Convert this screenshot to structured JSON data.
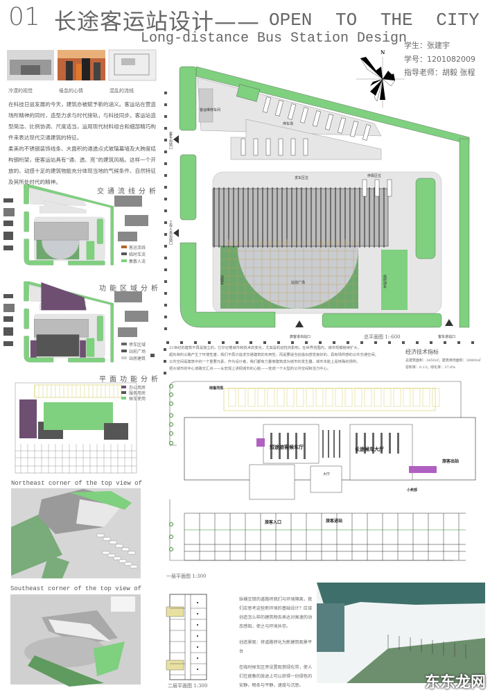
{
  "header": {
    "number": "01",
    "title_cn": "长途客运站设计——",
    "title_en": "OPEN TO THE CITY",
    "subtitle": "Long-distance Bus Station Design"
  },
  "info": {
    "student": "学生：张建宇",
    "student_id": "学号：1201082009",
    "advisors": "指导老师：胡毅 张程",
    "compass_north": "N"
  },
  "photos": [
    {
      "caption": "冷漠的视觉"
    },
    {
      "caption": "倦怠的心情"
    },
    {
      "caption": "混乱的流线"
    }
  ],
  "intro": [
    "在科技日益发展的今天，建筑亦被赋予新的涵义。客运站在营造场所精神的同时，造型力求与时代接轨，与科技同步。客运站造型简洁、比例协调、尺度适当，运用现代材料组合和细部精巧构件来表达现代交通建筑的特征。",
    "柔美的不锈钢装饰线条、大面积的通透点式玻璃幕墙及大跨度结构钢桁架，使客运站具有“通、透、亮”的建筑风格。这样一个开放的、动感十足的建筑物能充分体现当地的气候条件、自然特征及其所处时代的精神。"
  ],
  "traffic_analysis": {
    "title": "交通流线分析",
    "legend": [
      "客运流线",
      "临时车流",
      "集散人流"
    ]
  },
  "zone_analysis": {
    "title": "功能区域分析",
    "legend": [
      "停车区域",
      "站前广场",
      "站房建筑"
    ]
  },
  "plan_function": {
    "title": "平面功能分析",
    "legend": [
      "办公用房",
      "服务用房",
      "候车使用"
    ]
  },
  "views": {
    "northeast": "Northeast corner of the top view of",
    "southeast": "Southeast corner of the top view of"
  },
  "site_plan": {
    "labels": {
      "repair": "客运维修车间",
      "parking": "停车场",
      "bus_exit": "客车出站口",
      "staff_exit": "工作人员出站口",
      "departure": "发车区位",
      "stop": "停靠区位",
      "plaza": "站前广场",
      "taxi": "出租车",
      "car_parking": "临时停车",
      "passenger_gate": "旅客进出站口",
      "bus_entry": "客车进站口"
    },
    "scale": "总平面图 1:·600"
  },
  "concept_text": [
    "21世纪的建筑不再是独立的，它印记着城市和技术的变化，尤其是机动性的影响，在世界范围内，城市规模继续扩大。",
    "超负荷的公路产生了环境危害，我们不再只追求交通建筑的实用性，而是要适当创造出感觉良好的、具有场所感的公共交通空间。",
    "公共空间是建筑中的一个重要元素，作为设计者，我们都有力量使建筑成为城市的发生器，城市本能上是特殊的场所。",
    "把大城市的中心道路交汇点——从宏观上讲把城市的心脏——变成一个大型的公共空间和活力中心。"
  ],
  "economics": {
    "title": "经济技术指标",
    "line1": "总建筑面积：3450㎡；建筑用地面积：39800㎡",
    "line2": "容积率：0.13；绿化率：37.6%"
  },
  "floor1": {
    "caption": "一层平面图 1:300",
    "labels": {
      "canopy": "雨篷范围",
      "short_hall": "短途旅客候车厅",
      "long_hall": "长途候车大厅",
      "exit": "旅客出站",
      "entrance": "旅客入口",
      "enter_station": "旅客进站",
      "shop": "小卖部",
      "lobby": "大厅"
    }
  },
  "floor2": {
    "caption": "二层平面图 1:300"
  },
  "landscape_text": [
    "纵横交错的道路将我们与环境隔离，我们应思考这些新环境的基础设计？应该创造怎么样的建筑物去表达对高速的动态感知，使之与环境共存。",
    "创造景观：将道路转化为新建筑观景平台",
    "在临时候车区旁设置观赏绿化带，使人们在疲惫的旅途上可以获得一份绿色的安静，畅条与平静，速度与沉思。"
  ],
  "watermark": "东东龙网",
  "colors": {
    "green": "#7fd07f",
    "purple": "#6e4f72",
    "dark_gray": "#555555",
    "site_gray": "#e3e3e3"
  }
}
